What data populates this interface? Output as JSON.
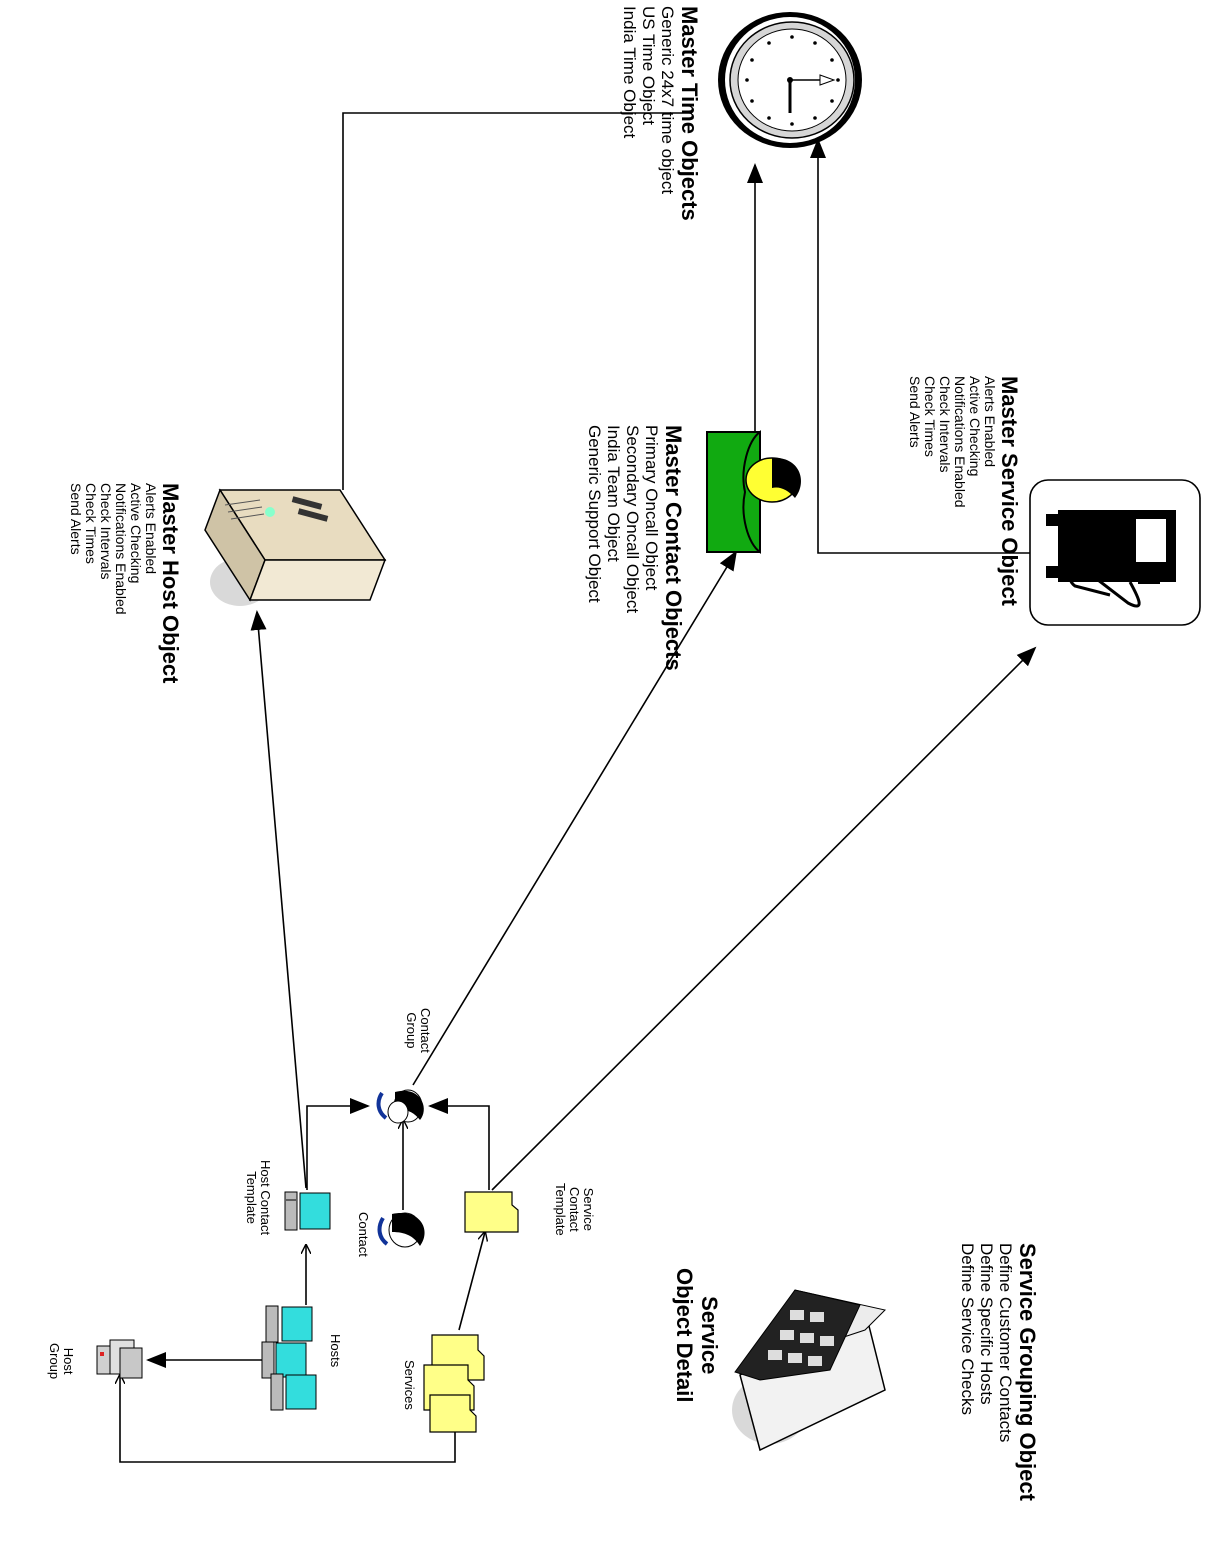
{
  "time": {
    "title": "Master Time Objects",
    "items": [
      "Generic 24x7 time object",
      "US Time Object",
      "India Time Object"
    ]
  },
  "service_master": {
    "title": "Master Service Object",
    "items": [
      "Alerts Enabled",
      "Active Checking",
      "Notifications Enabled",
      "Check Intervals",
      "Check Times",
      "Send Alerts"
    ]
  },
  "contact_master": {
    "title": "Master Contact Objects",
    "items": [
      "Primary Oncall Object",
      "Secondary Oncall Object",
      "India Team Object",
      "Generic Support Object"
    ]
  },
  "host_master": {
    "title": "Master Host Object",
    "items": [
      "Alerts Enabled",
      "Active Checking",
      "Notifications Enabled",
      "Check Intervals",
      "Check Times",
      "Send Alerts"
    ]
  },
  "service_grouping": {
    "title": "Service Grouping Object",
    "items": [
      "Define Customer Contacts",
      "Define Specific Hosts",
      "Define Service Checks"
    ]
  },
  "detail": {
    "title_lines": [
      "Service",
      "Object Detail"
    ]
  },
  "labels": {
    "contact_group": [
      "Contact",
      "Group"
    ],
    "service_contact_template": [
      "Service",
      "Contact",
      "Template"
    ],
    "contact": [
      "Contact"
    ],
    "host_contact_template": [
      "Host Contact",
      "Template"
    ],
    "services": [
      "Services"
    ],
    "hosts": [
      "Hosts"
    ],
    "host_group": [
      "Host",
      "Group"
    ]
  },
  "colors": {
    "contact_body": "#11aa11",
    "contact_face": "#ffff33",
    "folder": "#ffff88",
    "screen": "#33dddd",
    "server": "#e8dcc0"
  }
}
